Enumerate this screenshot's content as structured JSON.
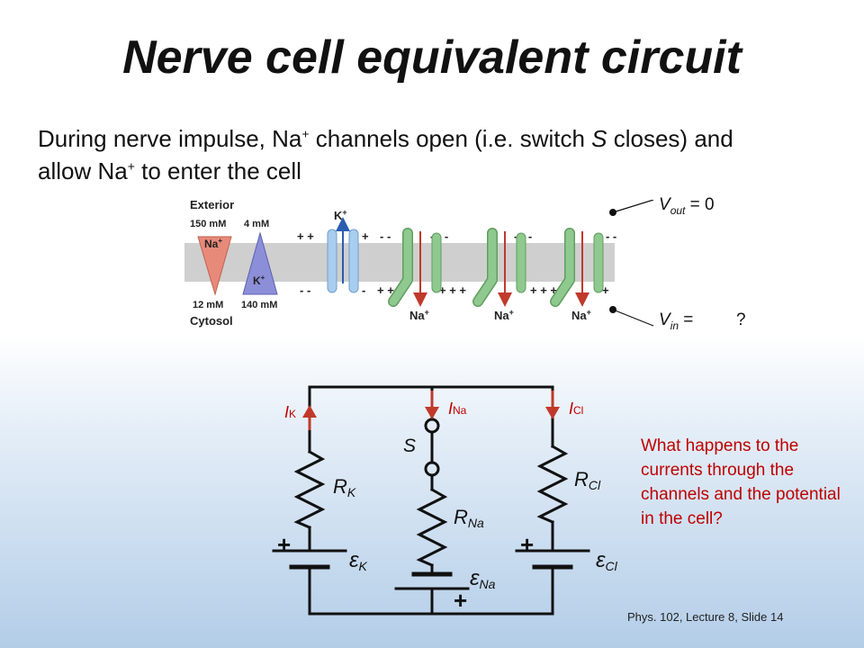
{
  "slide": {
    "title": "Nerve cell equivalent circuit",
    "intro": {
      "part1": "During nerve impulse, Na",
      "plus": "+",
      "part2": " channels open (i.e. switch ",
      "switch": "S",
      "part3": " closes) and",
      "part4": "allow Na",
      "part5": " to enter the cell"
    },
    "footer": "Phys. 102, Lecture 8, Slide 14",
    "question": "What happens to the currents through the channels and the potential in the cell?"
  },
  "membrane": {
    "exterior_label": "Exterior",
    "cytosol_label": "Cytosol",
    "na_out_conc": "150 mM",
    "k_out_conc": "4 mM",
    "na_in_conc": "12 mM",
    "k_in_conc": "140 mM",
    "na_ion": "Na",
    "k_ion": "K",
    "ion_charge": "+",
    "top_charges": [
      "+ +",
      "+",
      "- -",
      "- - -",
      "- - -",
      "- - -",
      "-"
    ],
    "bottom_charges": [
      "- -",
      "-",
      "+ +",
      "+ + +",
      "+ + +",
      "+"
    ]
  },
  "voltages": {
    "vout_sym": "V",
    "vout_sub": "out",
    "vout_val": " = 0",
    "vin_sym": "V",
    "vin_sub": "in",
    "vin_val": " =",
    "vin_q": "?"
  },
  "circuit": {
    "I_K": "I",
    "I_K_sub": "K",
    "I_Na": "I",
    "I_Na_sub": "Na",
    "I_Cl": "I",
    "I_Cl_sub": "Cl",
    "switch": "S",
    "R_K": "R",
    "R_K_sub": "K",
    "R_Na": "R",
    "R_Na_sub": "Na",
    "R_Cl": "R",
    "R_Cl_sub": "Cl",
    "eps_K": "ε",
    "eps_K_sub": "K",
    "eps_Na": "ε",
    "eps_Na_sub": "Na",
    "eps_Cl": "ε",
    "eps_Cl_sub": "Cl",
    "plus": "+"
  },
  "colors": {
    "arrow_red": "#c0392b",
    "text_red": "#c00000",
    "channel_green": "#8fc98f",
    "k_channel_blue": "#a9cdee",
    "membrane_gray": "#cfcfcf",
    "na_triangle": "#e88a7a",
    "k_triangle": "#8c8fd8"
  }
}
